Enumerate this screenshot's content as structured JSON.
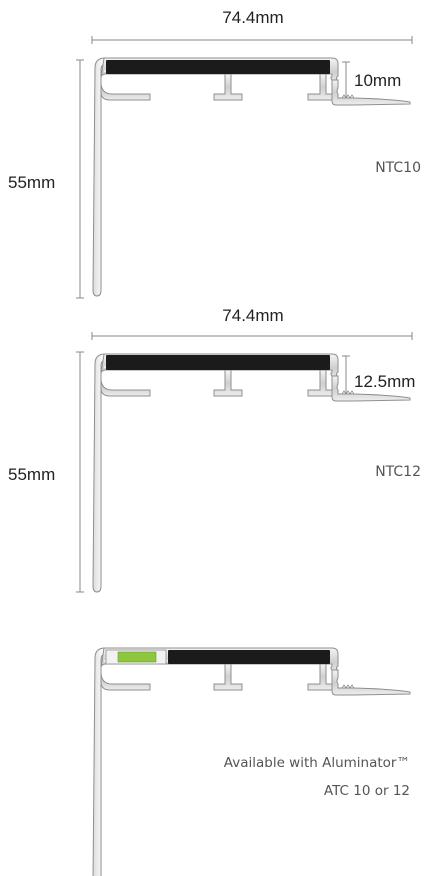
{
  "profiles": [
    {
      "code": "NTC10",
      "width_label": "74.4mm",
      "height_label": "55mm",
      "tread_label": "10mm",
      "insert_color": "#1b1b1b"
    },
    {
      "code": "NTC12",
      "width_label": "74.4mm",
      "height_label": "55mm",
      "tread_label": "12.5mm",
      "insert_color": "#1b1b1b"
    },
    {
      "note_line1": "Available with Aluminator™",
      "note_line2": "ATC 10 or 12",
      "insert_color": "#1b1b1b",
      "luminous_strip_color": "#8fc63f"
    }
  ]
}
